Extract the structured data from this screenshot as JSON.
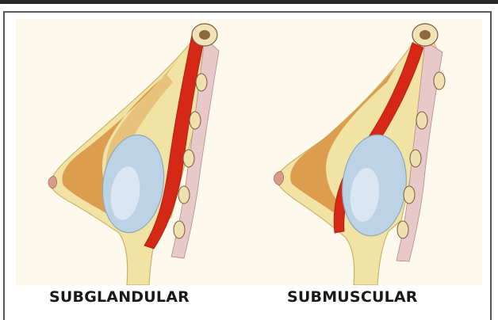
{
  "figure": {
    "panels": [
      {
        "id": "subglandular",
        "label": "SUBGLANDULAR"
      },
      {
        "id": "submuscular",
        "label": "SUBMUSCULAR"
      }
    ]
  },
  "colors": {
    "skin": "#f1e3a4",
    "fat": "#e2b36a",
    "gland": "#d9913f",
    "muscle": "#d62816",
    "implant": "#bcd3e6",
    "implant_highlight": "#e7f0f7",
    "ribs": "#e8c9c9",
    "rib_outline": "#7a5a3a",
    "background": "#fdf9ec"
  }
}
